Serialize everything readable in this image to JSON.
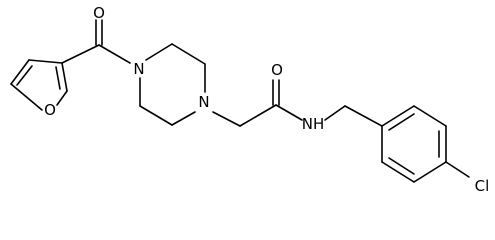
{
  "molecule": {
    "atoms": {
      "carbonyl_o_left": "O",
      "furan_o": "O",
      "piperazine_n_top": "N",
      "piperazine_n_bottom": "N",
      "amide_o": "O",
      "amide_nh": "NH",
      "chlorine": "Cl"
    }
  }
}
